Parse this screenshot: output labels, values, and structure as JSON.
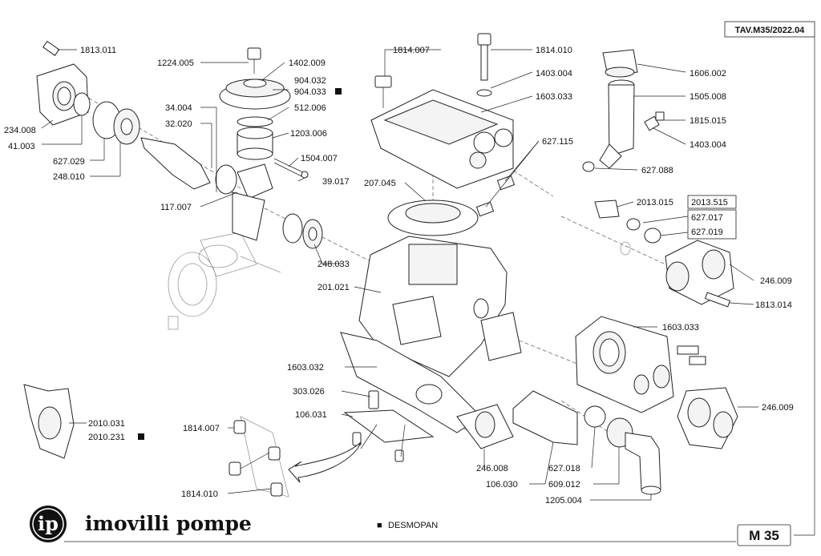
{
  "sheet_code": "TAV.M35/2022.04",
  "model": "M 35",
  "brand": {
    "logo": "ip",
    "name": "imovilli pompe"
  },
  "legend": {
    "marker": "■",
    "text": "DESMOPAN"
  },
  "parts": {
    "p1813_011": "1813.011",
    "p1224_005": "1224.005",
    "p1402_009": "1402.009",
    "p904_032": "904.032",
    "p904_033": "904.033",
    "p512_006": "512.006",
    "p34_004": "34.004",
    "p32_020": "32.020",
    "p1203_006": "1203.006",
    "p234_008": "234.008",
    "p41_003": "41.003",
    "p627_029": "627.029",
    "p248_010": "248.010",
    "p1504_007": "1504.007",
    "p39_017": "39.017",
    "p117_007": "117.007",
    "p248_033": "248.033",
    "p201_021": "201.021",
    "p1814_007a": "1814.007",
    "p1814_010a": "1814.010",
    "p1403_004a": "1403.004",
    "p1603_033a": "1603.033",
    "p627_115": "627.115",
    "p207_045": "207.045",
    "p1606_002": "1606.002",
    "p1505_008": "1505.008",
    "p1815_015": "1815.015",
    "p1403_004b": "1403.004",
    "p627_088": "627.088",
    "p2013_015": "2013.015",
    "p2013_515": "2013.515",
    "p627_017": "627.017",
    "p627_019": "627.019",
    "p246_009a": "246.009",
    "p1813_014": "1813.014",
    "p1603_033b": "1603.033",
    "p246_009b": "246.009",
    "p1603_032": "1603.032",
    "p303_026": "303.026",
    "p106_031": "106.031",
    "p2010_031": "2010.031",
    "p2010_231": "2010.231",
    "p1814_007b": "1814.007",
    "p1814_010b": "1814.010",
    "p246_008": "246.008",
    "p106_030": "106.030",
    "p627_018": "627.018",
    "p609_012": "609.012",
    "p1205_004": "1205.004"
  },
  "desmopan_marked": [
    "904.033",
    "2010.231"
  ]
}
